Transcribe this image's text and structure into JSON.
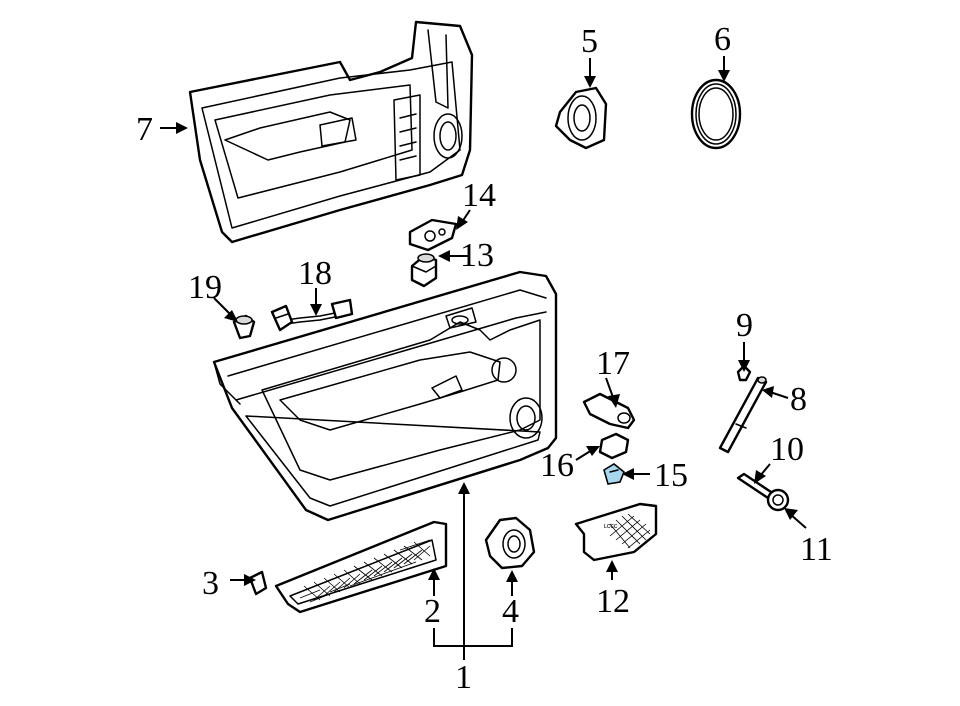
{
  "callouts": {
    "n1": "1",
    "n2": "2",
    "n3": "3",
    "n4": "4",
    "n5": "5",
    "n6": "6",
    "n7": "7",
    "n8": "8",
    "n9": "9",
    "n10": "10",
    "n11": "11",
    "n12": "12",
    "n13": "13",
    "n14": "14",
    "n15": "15",
    "n16": "16",
    "n17": "17",
    "n18": "18",
    "n19": "19"
  },
  "colors": {
    "line": "#000000",
    "background": "#ffffff",
    "highlight": "#a8d8f0",
    "shade": "#d9d9d9"
  },
  "highlighted_part": "15"
}
